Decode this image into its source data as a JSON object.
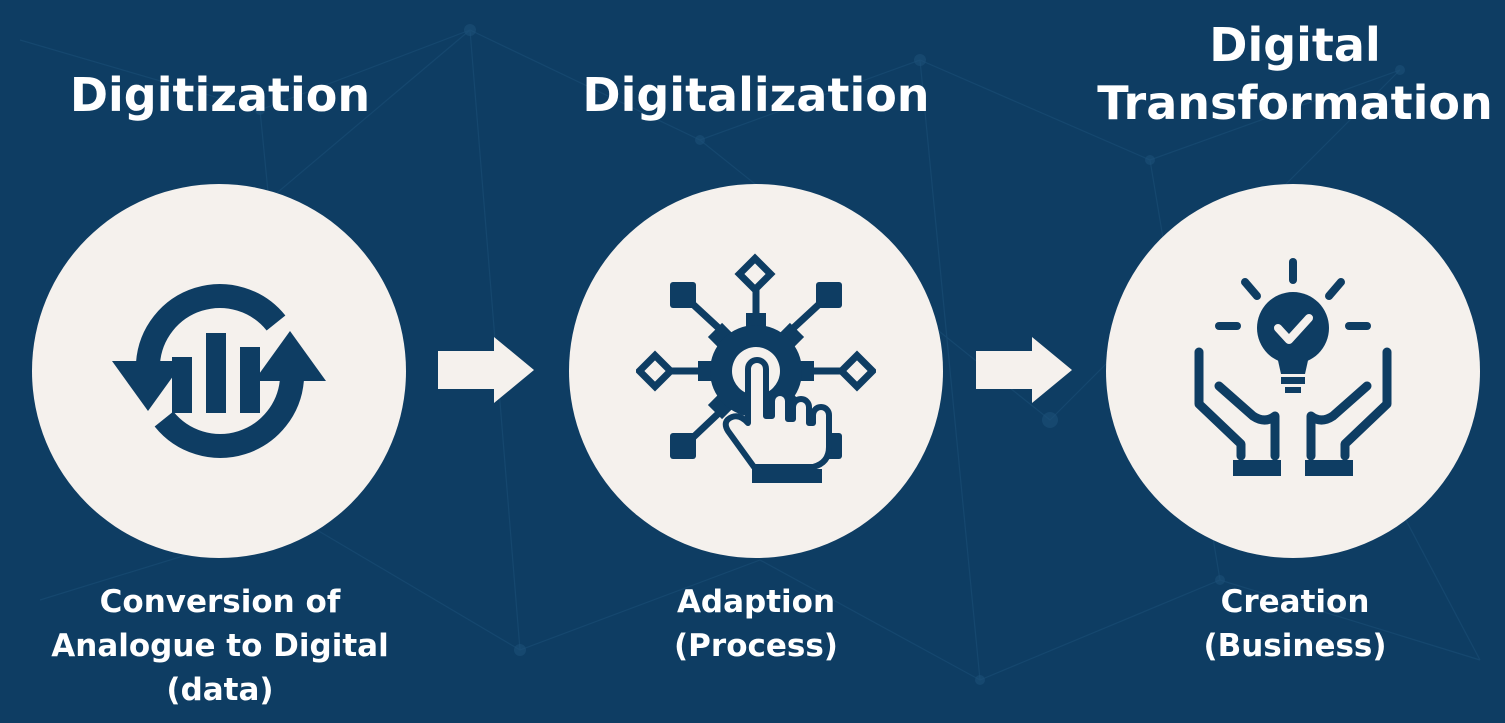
{
  "colors": {
    "background": "#0e3d63",
    "circle": "#f5f1ed",
    "icon": "#0e3d63",
    "text": "#ffffff"
  },
  "stages": [
    {
      "title": "Digitization",
      "icon": "refresh-bar-chart-icon",
      "description": "Conversion of\nAnalogue to Digital\n(data)"
    },
    {
      "title": "Digitalization",
      "icon": "gear-hand-network-icon",
      "description": "Adaption\n(Process)"
    },
    {
      "title": "Digital\nTransformation",
      "icon": "hands-lightbulb-icon",
      "description": "Creation\n(Business)"
    }
  ],
  "connectors": [
    "arrow-right-icon",
    "arrow-right-icon"
  ]
}
